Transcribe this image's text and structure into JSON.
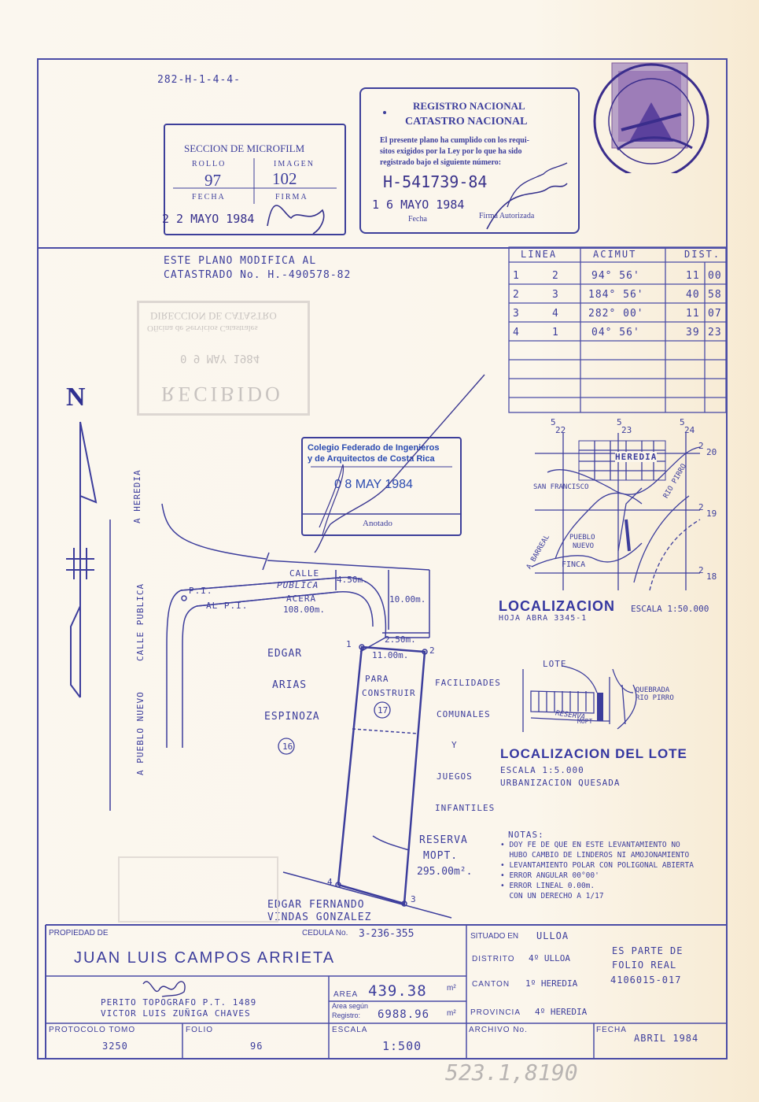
{
  "ref_code": "282-H-1-4-4-",
  "microfilm": {
    "title": "SECCION DE MICROFILM",
    "rollo_label": "ROLLO",
    "rollo": "97",
    "imagen_label": "IMAGEN",
    "imagen": "102",
    "fecha_label": "FECHA",
    "firma_label": "FIRMA",
    "fecha": "2 2 MAYO 1984"
  },
  "registro": {
    "title1": "REGISTRO NACIONAL",
    "title2": "CATASTRO NACIONAL",
    "text1": "El presente plano ha cumplido con los requi-",
    "text2": "sitos exigidos por la Ley por lo que ha sido",
    "text3": "registrado bajo el siguiente número:",
    "numero": "H-541739-84",
    "fecha": "1 6 MAYO 1984",
    "fecha_label": "Fecha",
    "firma_label": "Firma Autorizada"
  },
  "modifica": {
    "line1": "ESTE PLANO MODIFICA AL",
    "line2": "CATASTRADO No. H.-490578-82"
  },
  "recibido_stamp": {
    "line1": "DIRECCION DE CATASTRO",
    "line2": "Oficina de Servicios Catastrales",
    "date": "0 9 MAY 1984",
    "word": "RECIBIDO"
  },
  "colegio_stamp": {
    "line1": "Colegio Federado de Ingenieros",
    "line2": "y de Arquitectos de Costa Rica",
    "date": "0 8 MAY 1984",
    "word": "Anotado"
  },
  "bearing_table": {
    "headers": [
      "LINEA",
      "ACIMUT",
      "DIST."
    ],
    "rows": [
      {
        "from": "1",
        "to": "2",
        "azimuth": "94° 56'",
        "dist_int": "11",
        "dist_dec": "00"
      },
      {
        "from": "2",
        "to": "3",
        "azimuth": "184° 56'",
        "dist_int": "40",
        "dist_dec": "58"
      },
      {
        "from": "3",
        "to": "4",
        "azimuth": "282° 00'",
        "dist_int": "11",
        "dist_dec": "07"
      },
      {
        "from": "4",
        "to": "1",
        "azimuth": "04° 56'",
        "dist_int": "39",
        "dist_dec": "23"
      }
    ]
  },
  "north_label": "N",
  "map_labels": {
    "heredia": "A HEREDIA",
    "calle_publica_v": "CALLE PUBLICA",
    "pueblo_nuevo": "A PUEBLO NUEVO",
    "calle": "CALLE",
    "publica": "PUBLICA",
    "width_450": "4.50m.",
    "width_1000": "10.00m.",
    "pi": "P.I.",
    "acera": "ACERA",
    "al_pi": "AL P.I.",
    "dist_108": "108.00m.",
    "dist_250": "2.50m.",
    "dist_1100": "11.00m.",
    "vertex1": "1",
    "vertex2": "2",
    "vertex3": "3",
    "vertex4": "4",
    "edgar1": "EDGAR",
    "edgar2": "ARIAS",
    "edgar3": "ESPINOZA",
    "lot16": "16",
    "para1": "PARA",
    "para2": "CONSTRUIR",
    "lot17": "17",
    "fac1": "FACILIDADES",
    "fac2": "COMUNALES",
    "fac3": "Y",
    "fac4": "JUEGOS",
    "fac5": "INFANTILES",
    "reserva1": "RESERVA",
    "reserva2": "MOPT.",
    "reserva3": "295.00m².",
    "south1": "EDGAR FERNANDO",
    "south2": "VINDAS GONZALEZ"
  },
  "localizacion": {
    "grid_top": [
      "5",
      "5",
      "5"
    ],
    "grid_top_sub": [
      "22",
      "23",
      "24"
    ],
    "grid_right": [
      "2",
      "2",
      "2"
    ],
    "grid_right_sub": [
      "20",
      "19",
      "18"
    ],
    "heredia": "HEREDIA",
    "san_francisco": "SAN FRANCISCO",
    "rio_pirro": "RIO PIRRO",
    "pueblo": "PUEBLO",
    "nuevo": "NUEVO",
    "barreal": "A BARREAL",
    "finca": "FINCA",
    "title": "LOCALIZACION",
    "escala": "ESCALA 1:50.000",
    "hoja": "HOJA ABRA 3345-1"
  },
  "lote": {
    "lote_label": "LOTE",
    "quebrada1": "QUEBRADA",
    "quebrada2": "RIO PIRRO",
    "reserva": "RESERVA",
    "mopt": "MOPT",
    "title": "LOCALIZACION DEL LOTE",
    "escala": "ESCALA 1:5.000",
    "urbanizacion": "URBANIZACION QUESADA"
  },
  "notas": {
    "title": "NOTAS:",
    "items": [
      "• DOY FE DE QUE EN ESTE LEVANTAMIENTO NO",
      "  HUBO CAMBIO DE LINDEROS NI AMOJONAMIENTO",
      "• LEVANTAMIENTO POLAR CON POLIGONAL ABIERTA",
      "• ERROR ANGULAR 00°00'",
      "• ERROR LINEAL 0.00m.",
      "  CON UN DERECHO A 1/17"
    ]
  },
  "titleblock": {
    "propiedad_label": "PROPIEDAD DE",
    "cedula_label": "CEDULA No.",
    "cedula": "3-236-355",
    "owner": "JUAN LUIS CAMPOS ARRIETA",
    "situado_label": "SITUADO EN",
    "situado": "ULLOA",
    "distrito_label": "DISTRITO",
    "distrito": "4º ULLOA",
    "canton_label": "CANTON",
    "canton": "1º HEREDIA",
    "provincia_label": "PROVINCIA",
    "provincia": "4º HEREDIA",
    "es_parte1": "ES PARTE DE",
    "es_parte2": "FOLIO REAL",
    "folio_real": "4106015-017",
    "perito1": "PERITO TOPOGRAFO P.T. 1489",
    "perito2": "VICTOR LUIS ZUÑIGA CHAVES",
    "area_label": "AREA",
    "area": "439.38",
    "area_unit": "m²",
    "area_segun": "Area según",
    "registro_label": "Registro:",
    "registro_area": "6988.96",
    "protocolo_label": "PROTOCOLO TOMO",
    "protocolo": "3250",
    "folio_label": "FOLIO",
    "folio": "96",
    "escala_label": "ESCALA",
    "escala": "1:500",
    "archivo_label": "ARCHIVO No.",
    "fecha_label": "FECHA",
    "fecha": "ABRIL 1984"
  },
  "bottom_handwritten": "523.1,8190"
}
